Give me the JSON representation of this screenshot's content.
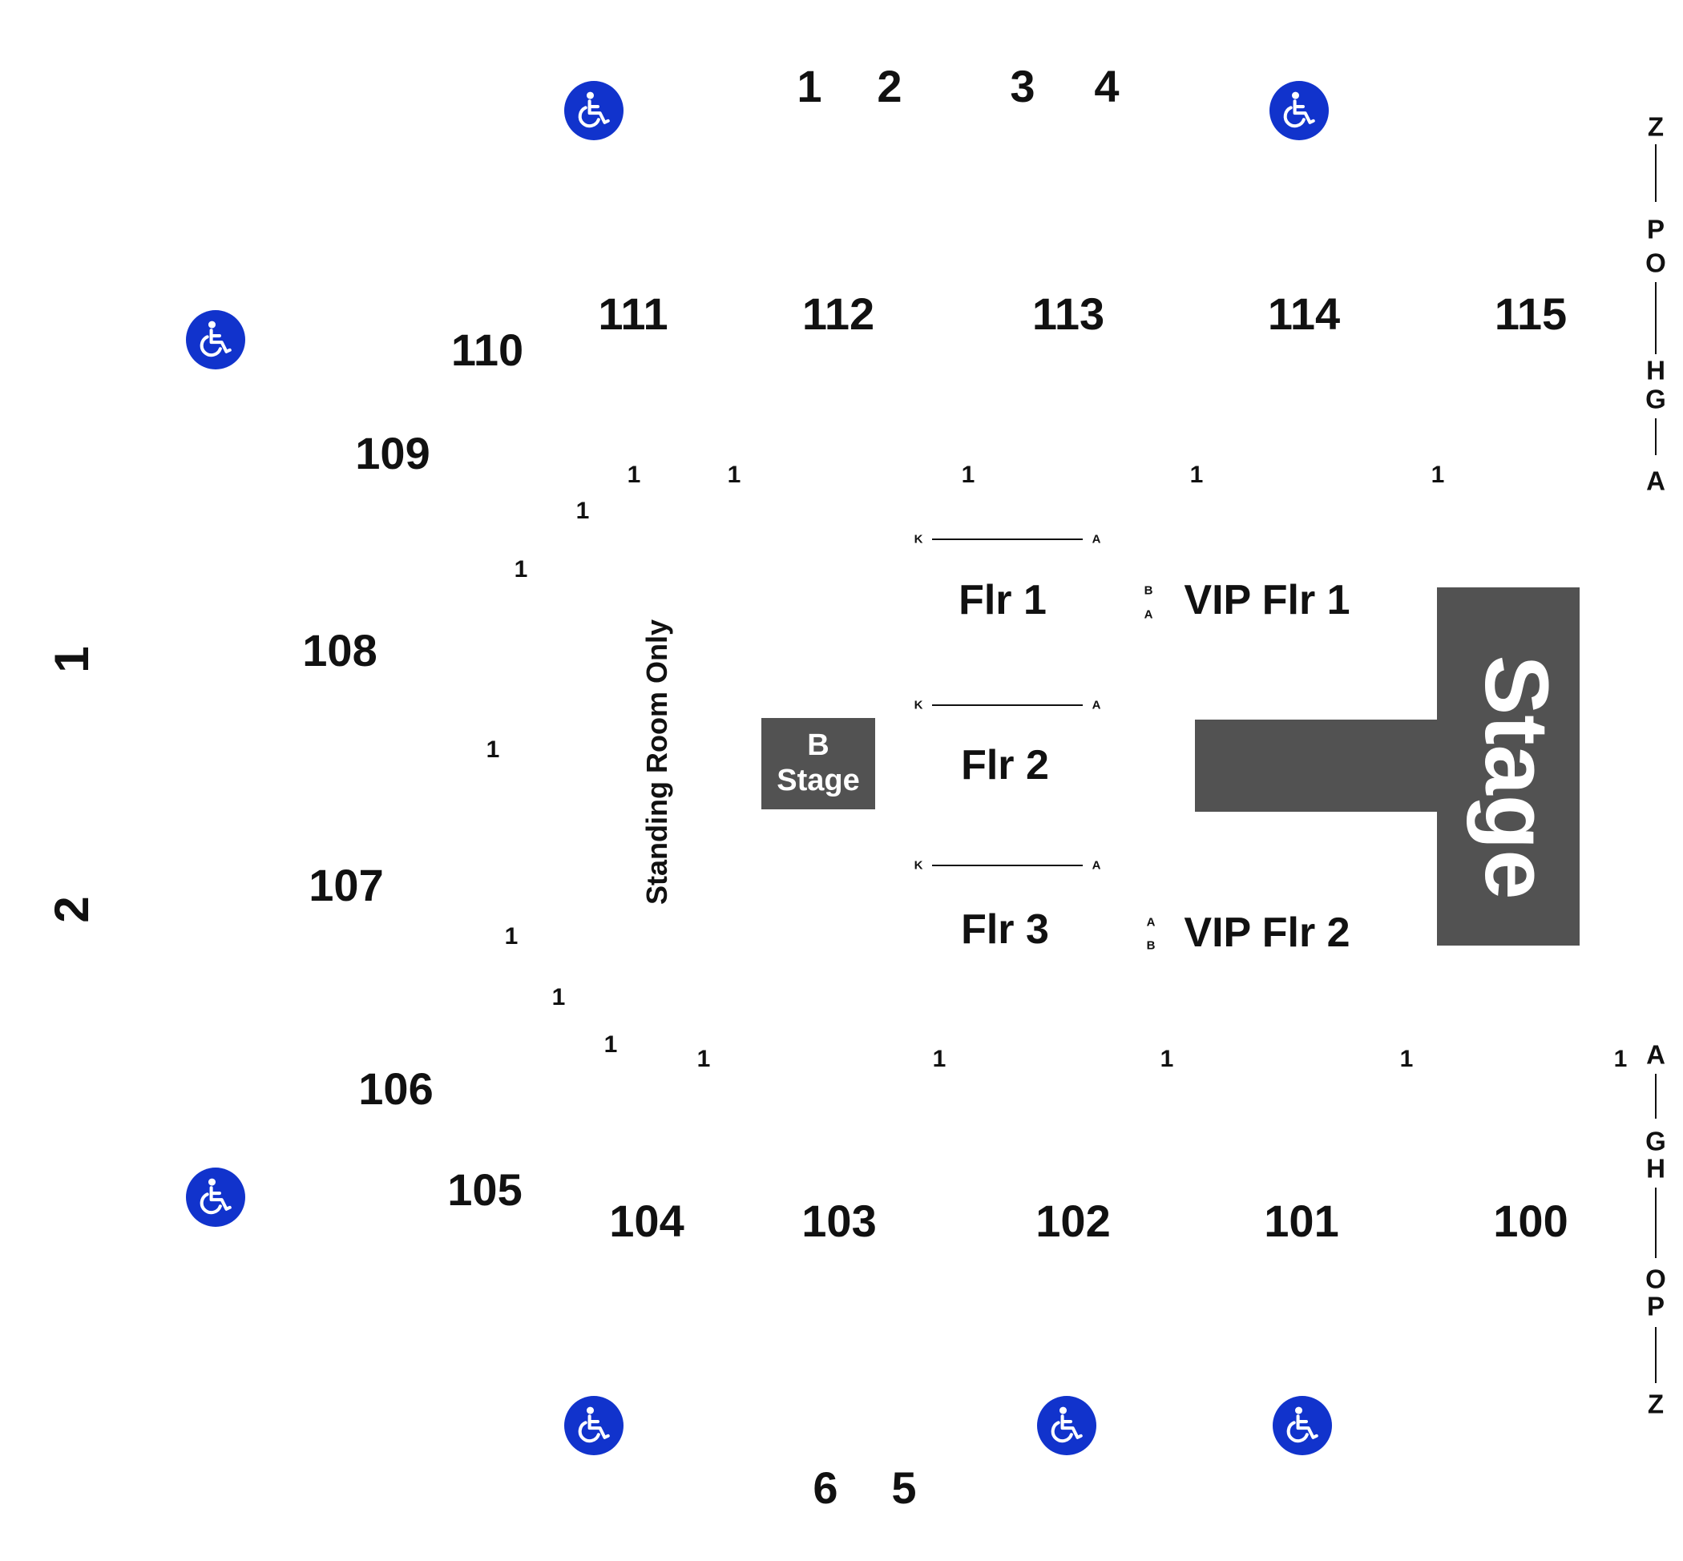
{
  "sections": {
    "s100": "100",
    "s101": "101",
    "s102": "102",
    "s103": "103",
    "s104": "104",
    "s105": "105",
    "s106": "106",
    "s107": "107",
    "s108": "108",
    "s109": "109",
    "s110": "110",
    "s111": "111",
    "s112": "112",
    "s113": "113",
    "s114": "114",
    "s115": "115"
  },
  "portals": {
    "p1": "1",
    "p2": "2",
    "p3": "3",
    "p4": "4",
    "p5": "5",
    "p6": "6",
    "side1": "1",
    "side2": "2"
  },
  "row_one": "1",
  "floor": {
    "flr1": "Flr 1",
    "flr2": "Flr 2",
    "flr3": "Flr 3",
    "vip1": "VIP  Flr 1",
    "vip2": "VIP  Flr 2",
    "row_k": "K",
    "row_a": "A",
    "row_b": "B"
  },
  "standing_room": "Standing Room Only",
  "b_stage": {
    "line1": "B",
    "line2": "Stage"
  },
  "stage": "Stage",
  "row_scale_top": [
    "Z",
    "P",
    "O",
    "H",
    "G",
    "A"
  ],
  "row_scale_bottom": [
    "A",
    "G",
    "H",
    "O",
    "P",
    "Z"
  ],
  "colors": {
    "stage": "#525252",
    "accessible": "#1133cc"
  },
  "icons": {
    "accessible": "wheelchair-icon"
  }
}
